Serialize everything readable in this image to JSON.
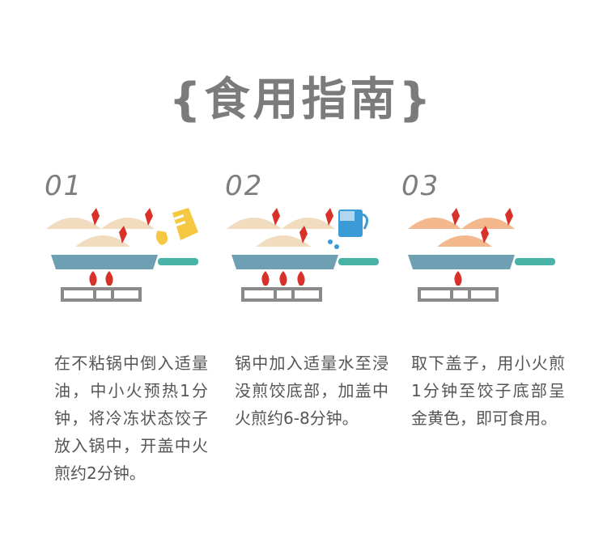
{
  "title": "{食用指南}",
  "steps": [
    {
      "number": "01",
      "text": "在不粘锅中倒入适量油，中小火预热1分钟，将冷冻状态饺子放入锅中，开盖中火煎约2分钟。"
    },
    {
      "number": "02",
      "text": "锅中加入适量水至浸没煎饺底部，加盖中火煎约6-8分钟。"
    },
    {
      "number": "03",
      "text": "取下盖子，用小火煎1分钟至饺子底部呈金黄色，即可食用。"
    }
  ],
  "colors": {
    "title": "#7b7b7b",
    "pan": "#6e9fb2",
    "handle": "#4ab3a8",
    "stove": "#8a8a8a",
    "flame": "#d8312a",
    "dumpling_raw": "#f1dcc0",
    "dumpling_fried": "#f4b88e",
    "oil": "#f5c842",
    "water": "#3a9bd6"
  },
  "icons": [
    "dumpling-icon",
    "oil-bottle-icon",
    "water-jug-icon",
    "frying-pan-icon",
    "gas-stove-icon",
    "flame-icon"
  ]
}
